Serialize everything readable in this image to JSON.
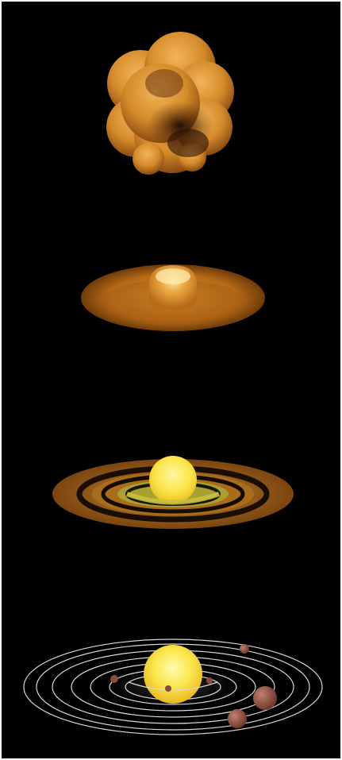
{
  "figure": {
    "stages": [
      {
        "id": "collapsing-cloud",
        "kind": "cloud"
      },
      {
        "id": "protoplanetary-disk",
        "kind": "disk"
      },
      {
        "id": "ringed-disk",
        "kind": "rings"
      },
      {
        "id": "planetary-system",
        "kind": "system"
      }
    ],
    "colors": {
      "background": "#000000",
      "frame": "#ffffff",
      "cloud_light": "#e9a443",
      "cloud_dark": "#3a1c08",
      "disk": "#c47a1c",
      "star_yellow": "#fbe54a",
      "orbit": "#d8d8d8",
      "planet": "#8a4a3c"
    }
  }
}
